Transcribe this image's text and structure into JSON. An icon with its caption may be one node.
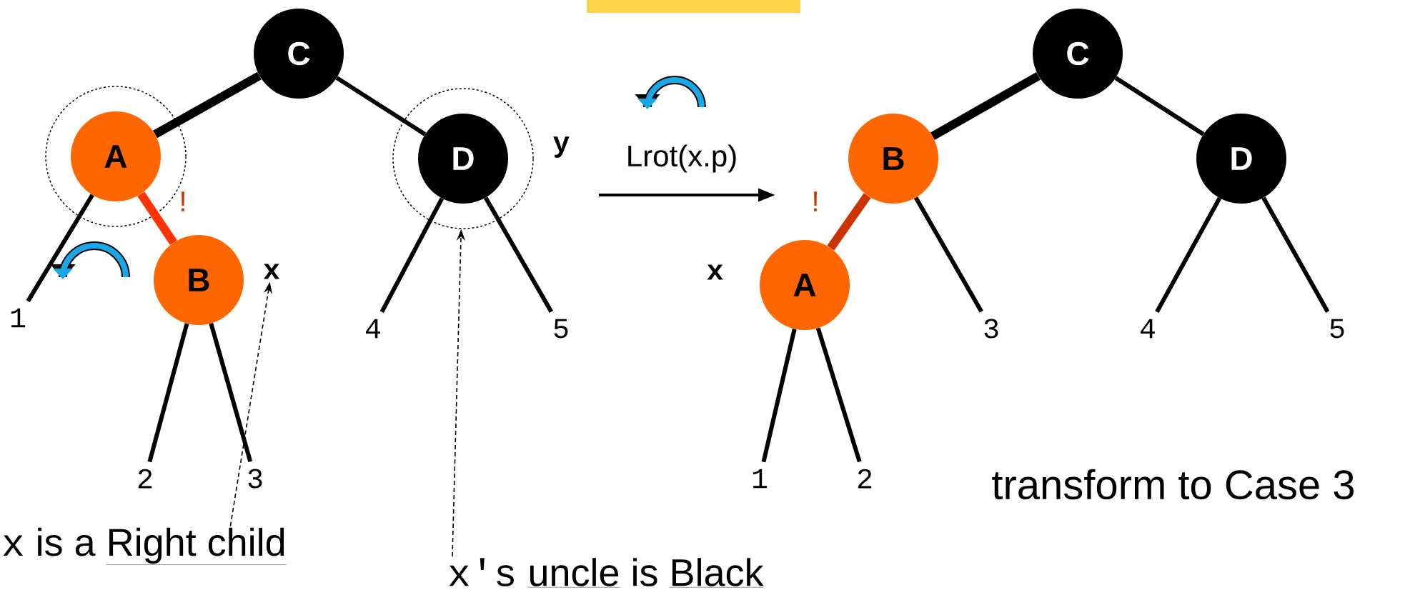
{
  "diagram": {
    "nodes": [
      {
        "text": [
          "C"
        ]
      },
      {
        "text": [],
        "shape": "circle"
      },
      {
        "text": [
          "A"
        ],
        "in": 1
      },
      {
        "text": [
          "B"
        ]
      },
      {
        "text": [],
        "shape": "circle"
      },
      {
        "text": [
          "D"
        ],
        "in": 4,
        "beside": [
          "y"
        ]
      },
      {
        "text": [
          "1"
        ]
      },
      {
        "text": [
          "2"
        ]
      },
      {
        "text": [
          "3"
        ]
      },
      {
        "text": [
          "4"
        ]
      },
      {
        "text": [
          "5"
        ]
      },
      {
        "text": [
          "x"
        ]
      },
      {
        "text": [
          "C"
        ]
      },
      {
        "text": [
          "B"
        ]
      },
      {
        "text": [
          "D"
        ]
      },
      {
        "text": [
          "A"
        ],
        "beside": [
          "x"
        ]
      },
      {
        "text": [
          "3"
        ]
      },
      {
        "text": [
          "4"
        ]
      },
      {
        "text": [
          "5"
        ]
      },
      {
        "text": [
          "1"
        ]
      },
      {
        "text": [
          "2"
        ]
      },
      {
        "text": [
          "x",
          "is a",
          "Right child"
        ]
      },
      {
        "text": [
          "x's",
          "uncle",
          "is",
          "Black"
        ]
      }
    ],
    "edges": [
      {
        "from": 0,
        "to": 2,
        "arrow": "none",
        "style": "thick"
      },
      {
        "from": 0,
        "to": 5,
        "arrow": "none"
      },
      {
        "from": 2,
        "to": 6,
        "arrow": "none"
      },
      {
        "from": 2,
        "to": 3,
        "arrow": "none",
        "style": "thick",
        "color": "#ff3300"
      },
      {
        "from": 3,
        "to": 7,
        "arrow": "none"
      },
      {
        "from": 3,
        "to": 8,
        "arrow": "none"
      },
      {
        "from": 5,
        "to": 9,
        "arrow": "none"
      },
      {
        "from": 5,
        "to": 10,
        "arrow": "none"
      },
      {
        "from": 12,
        "to": 13,
        "arrow": "none",
        "style": "thick"
      },
      {
        "from": 12,
        "to": 14,
        "arrow": "none"
      },
      {
        "from": 13,
        "to": 15,
        "arrow": "none",
        "style": "thick",
        "color": "#cc3300"
      },
      {
        "from": 13,
        "to": 16,
        "arrow": "none"
      },
      {
        "from": 14,
        "to": 17,
        "arrow": "none"
      },
      {
        "from": 14,
        "to": 18,
        "arrow": "none"
      },
      {
        "from": 15,
        "to": 19,
        "arrow": "none"
      },
      {
        "from": 15,
        "to": 20,
        "arrow": "none"
      },
      {
        "from": 21,
        "to": 11,
        "arrow": "to",
        "style": "dashed"
      },
      {
        "from": 22,
        "to": 4,
        "arrow": "to",
        "style": "dashed"
      }
    ],
    "labels": [
      "!",
      "Lrot(x.p)",
      "!",
      "transform to Case 3"
    ]
  }
}
